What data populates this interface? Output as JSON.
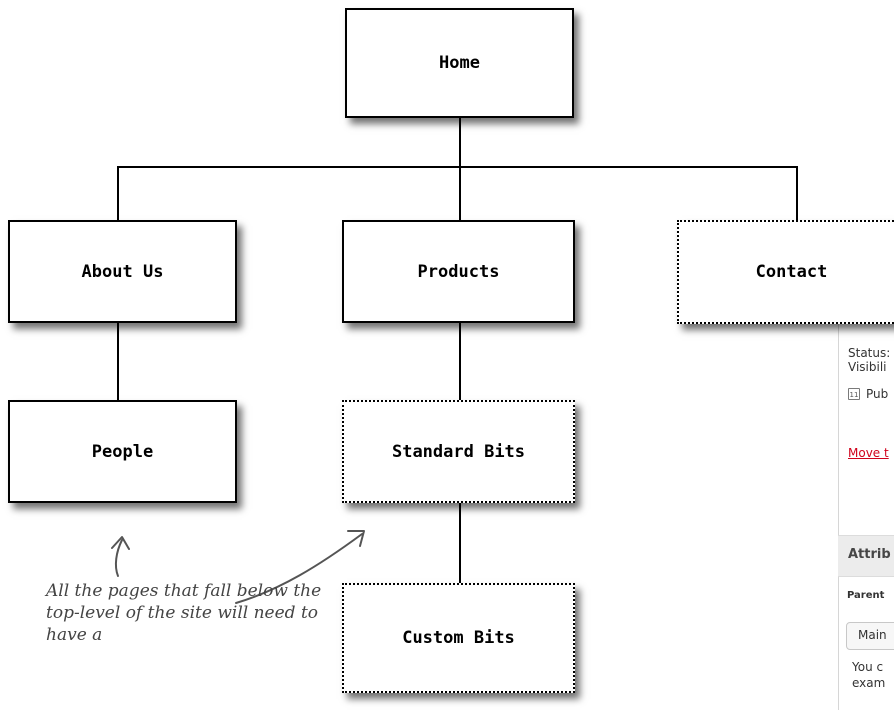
{
  "pages": {
    "home": "Home",
    "about": "About Us",
    "products": "Products",
    "contact": "Contact",
    "people": "People",
    "standard": "Standard Bits",
    "custom": "Custom Bits"
  },
  "annotation": "All the pages that fall below the top-level of the site will need to have a",
  "wp_panel": {
    "status": "Status:",
    "visibility": "Visibili",
    "publish": "Pub",
    "move_trash": "Move t",
    "attributes_heading": "Attrib",
    "parent_label": "Parent",
    "parent_value": "Main",
    "help_text": "You c",
    "help_text_2": "exam"
  }
}
